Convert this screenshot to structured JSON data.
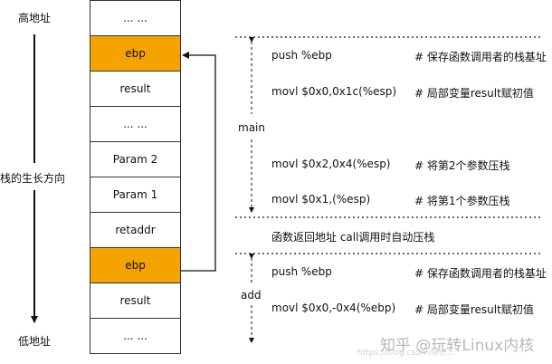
{
  "left_labels": {
    "high_addr": "高地址",
    "growth_dir": "栈的生长方向",
    "low_addr": "低地址"
  },
  "stack_cells": [
    {
      "label": "... ...",
      "highlight": false
    },
    {
      "label": "ebp",
      "highlight": true
    },
    {
      "label": "result",
      "highlight": false
    },
    {
      "label": "... ...",
      "highlight": false
    },
    {
      "label": "Param 2",
      "highlight": false
    },
    {
      "label": "Param 1",
      "highlight": false
    },
    {
      "label": "retaddr",
      "highlight": false
    },
    {
      "label": "ebp",
      "highlight": true
    },
    {
      "label": "result",
      "highlight": false
    },
    {
      "label": "... ...",
      "highlight": false
    }
  ],
  "colors": {
    "highlight": "#f5a300",
    "border": "#333333"
  },
  "sections": {
    "main": {
      "label": "main",
      "lines": [
        {
          "ins": "push   %ebp",
          "cmt": "# 保存函数调用者的栈基址"
        },
        {
          "ins": "movl   $0x0,0x1c(%esp)",
          "cmt": "#  局部变量result赋初值"
        },
        {
          "ins": "movl   $0x2,0x4(%esp)",
          "cmt": "#  将第2个参数压栈"
        },
        {
          "ins": "movl   $0x1,(%esp)",
          "cmt": "#  将第1个参数压栈"
        }
      ]
    },
    "middle_note": "函数返回地址 call调用时自动压栈",
    "add": {
      "label": "add",
      "lines": [
        {
          "ins": "push   %ebp",
          "cmt": "# 保存函数调用者的栈基址"
        },
        {
          "ins": "movl   $0x0,-0x4(%ebp)",
          "cmt": "#  局部变量result赋初值"
        }
      ]
    }
  },
  "watermark": {
    "text": "知乎 @玩转Linux内核",
    "url": "https://blog.csdn.net/..."
  }
}
